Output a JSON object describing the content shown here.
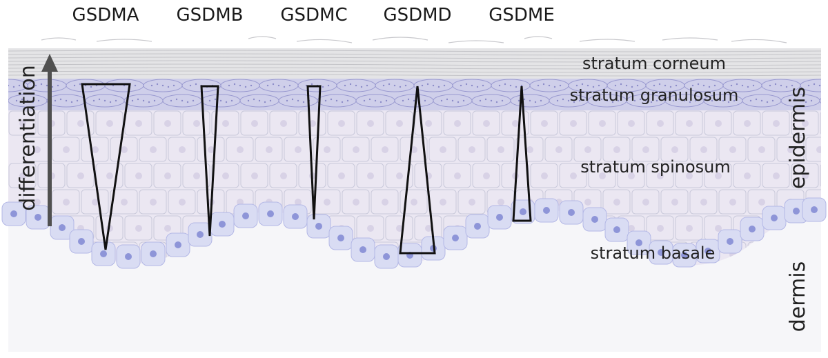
{
  "genes": [
    {
      "name": "GSDMA"
    },
    {
      "name": "GSDMB"
    },
    {
      "name": "GSDMC"
    },
    {
      "name": "GSDMD"
    },
    {
      "name": "GSDME"
    }
  ],
  "layers": {
    "corneum": "stratum corneum",
    "granulosum": "stratum granulosum",
    "spinosum": "stratum spinosum",
    "basale": "stratum basale"
  },
  "side_labels": {
    "epidermis": "epidermis",
    "dermis": "dermis",
    "differentiation": "differentiation"
  },
  "colors": {
    "corneum": "#e4e4e6",
    "granulosum": "#cfcfea",
    "spinosum": "#ebe7f2",
    "basale": "#d9dcf3",
    "dermis": "#f6f6f9",
    "cell_outline": "#c9c9da",
    "nucleus": "#d8d2e6",
    "basal_nucleus": "#8e95d8",
    "arrow": "#505050",
    "wedge_stroke": "#111111"
  }
}
